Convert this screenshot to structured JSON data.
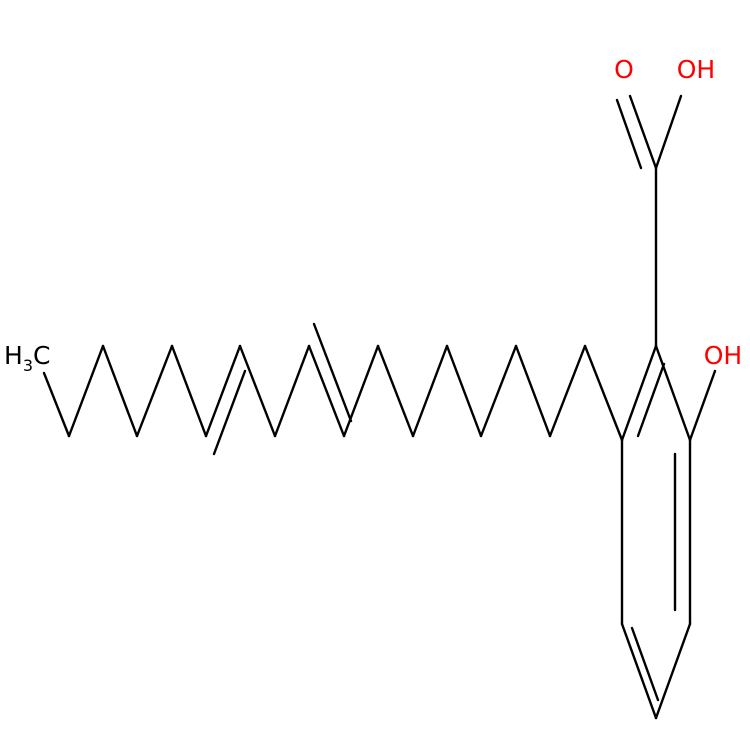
{
  "molecule": {
    "labels": {
      "carbonyl_o": "O",
      "acid_oh": "OH",
      "phenol_oh": "OH",
      "methyl_h": "H",
      "methyl_sub": "3",
      "methyl_c": "C"
    },
    "colors": {
      "bond": "#000000",
      "heteroatom": "#ff0000",
      "carbon": "#000000",
      "background": "#ffffff"
    }
  }
}
